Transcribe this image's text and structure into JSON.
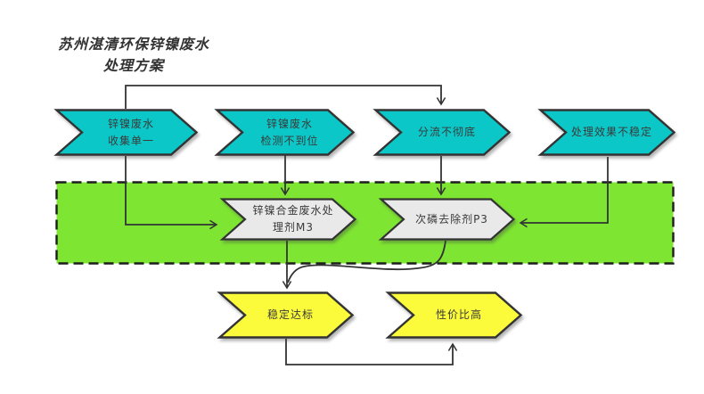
{
  "title": "苏州湛清环保锌镍废水\n处理方案",
  "colors": {
    "teal": "#0cc7c7",
    "green": "#7ee532",
    "yellow": "#fbfb3b",
    "gray": "#e9e9e9",
    "stroke": "#333333",
    "background": "#ffffff"
  },
  "nodes": {
    "problems": [
      "锌镍废水\n收集单一",
      "锌镍废水\n检测不到位",
      "分流不彻底",
      "处理效果不稳定"
    ],
    "solutions": [
      "锌镍合金废水处\n理剂M3",
      "次磷去除剂P3"
    ],
    "outcomes": [
      "稳定达标",
      "性价比高"
    ]
  }
}
